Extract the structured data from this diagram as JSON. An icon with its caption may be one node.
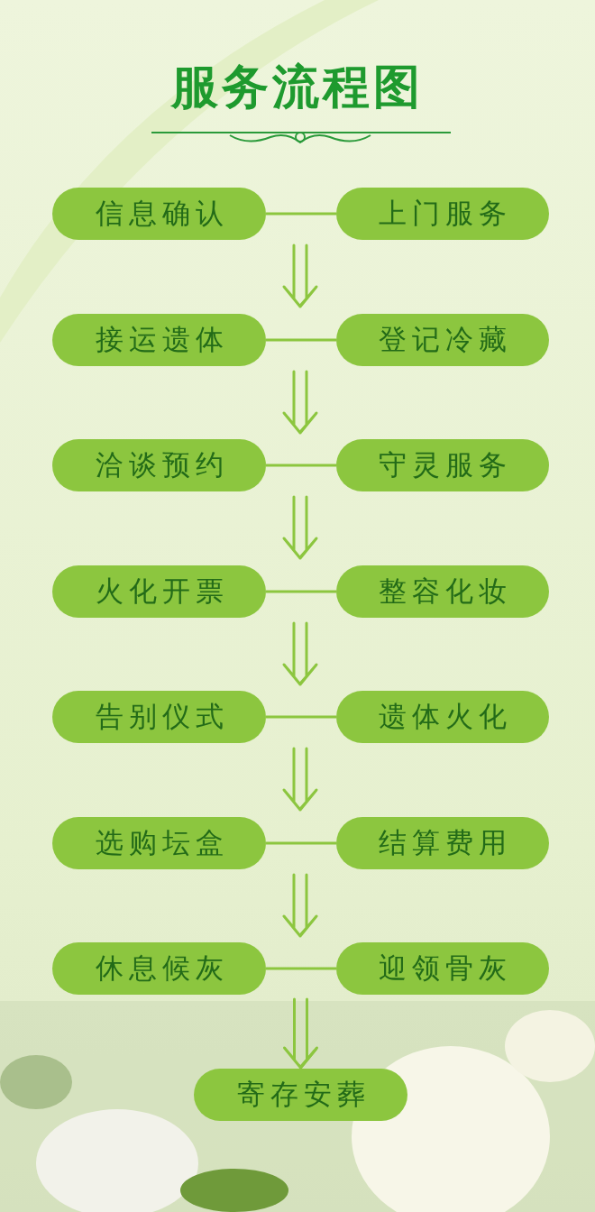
{
  "diagram": {
    "title": "服务流程图",
    "nodes": [
      {
        "text": [
          "信息确认"
        ]
      },
      {
        "text": [
          "上门服务"
        ]
      },
      {
        "text": [
          "接运遗体"
        ]
      },
      {
        "text": [
          "登记冷藏"
        ]
      },
      {
        "text": [
          "洽谈预约"
        ]
      },
      {
        "text": [
          "守灵服务"
        ]
      },
      {
        "text": [
          "火化开票"
        ]
      },
      {
        "text": [
          "整容化妆"
        ]
      },
      {
        "text": [
          "告别仪式"
        ]
      },
      {
        "text": [
          "遗体火化"
        ]
      },
      {
        "text": [
          "选购坛盒"
        ]
      },
      {
        "text": [
          "结算费用"
        ]
      },
      {
        "text": [
          "休息候灰"
        ]
      },
      {
        "text": [
          "迎领骨灰"
        ]
      },
      {
        "text": [
          "寄存安葬"
        ]
      }
    ],
    "edges": [
      {
        "from": 0,
        "to": 1,
        "arrow": "none"
      },
      {
        "from": 2,
        "to": 3,
        "arrow": "none"
      },
      {
        "from": 4,
        "to": 5,
        "arrow": "none"
      },
      {
        "from": 6,
        "to": 7,
        "arrow": "none"
      },
      {
        "from": 8,
        "to": 9,
        "arrow": "none"
      },
      {
        "from": 10,
        "to": 11,
        "arrow": "none"
      },
      {
        "from": 12,
        "to": 13,
        "arrow": "none"
      },
      {
        "from": null,
        "to": 14,
        "arrow": "to"
      }
    ]
  }
}
